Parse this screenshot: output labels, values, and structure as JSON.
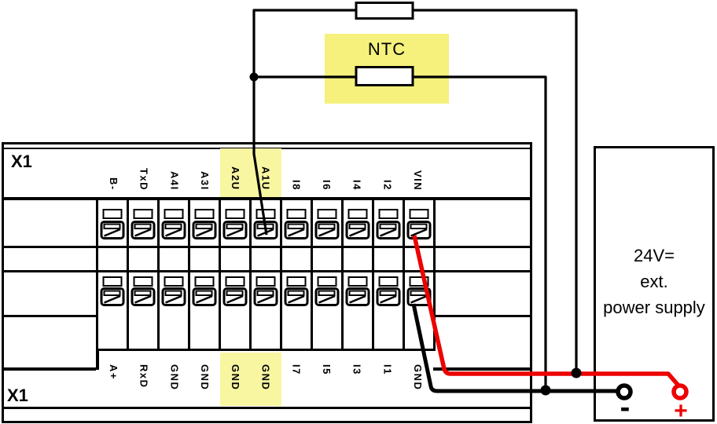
{
  "module": {
    "name_top": "X1",
    "name_bottom": "X1",
    "top_pins": [
      "B-",
      "TxD",
      "A4I",
      "A3I",
      "A2U",
      "A1U",
      "I8",
      "I6",
      "I4",
      "I2",
      "VIN"
    ],
    "bottom_pins": [
      "A+",
      "RxD",
      "GND",
      "GND",
      "GND",
      "GND",
      "I7",
      "I5",
      "I3",
      "I1",
      "GND"
    ],
    "highlighted_columns": [
      4,
      5
    ],
    "highlighted_top_pins": [
      "A2U",
      "A1U"
    ],
    "highlighted_bottom_pins": [
      "GND",
      "GND"
    ]
  },
  "ntc": {
    "label": "NTC"
  },
  "power_supply": {
    "line1": "24V=",
    "line2": "ext.",
    "line3": "power supply",
    "plus_label": "+",
    "minus_label": "-"
  },
  "colors": {
    "highlight_yellow": "#f9f6a2",
    "ntc_yellow": "#f5f17c",
    "wire_red": "#ec0000",
    "wire_black": "#000000"
  }
}
